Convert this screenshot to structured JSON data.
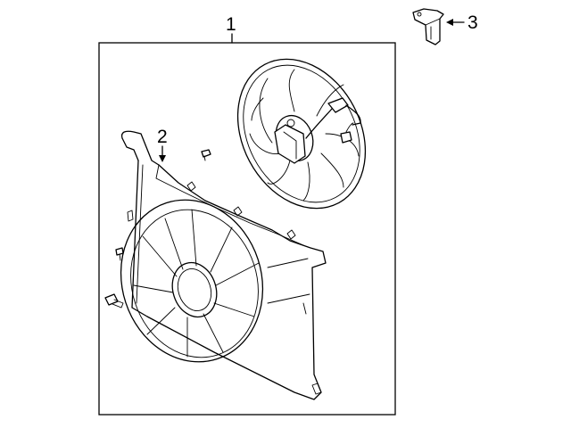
{
  "diagram": {
    "callouts": [
      {
        "id": "1",
        "label": "1"
      },
      {
        "id": "2",
        "label": "2"
      },
      {
        "id": "3",
        "label": "3"
      }
    ],
    "parts": [
      {
        "callout": "1",
        "icon": "fan-assembly-icon"
      },
      {
        "callout": "2",
        "icon": "shroud-bolt-icon"
      },
      {
        "callout": "3",
        "icon": "mounting-bracket-icon"
      }
    ],
    "colors": {
      "line": "#000000",
      "background": "#ffffff"
    }
  }
}
